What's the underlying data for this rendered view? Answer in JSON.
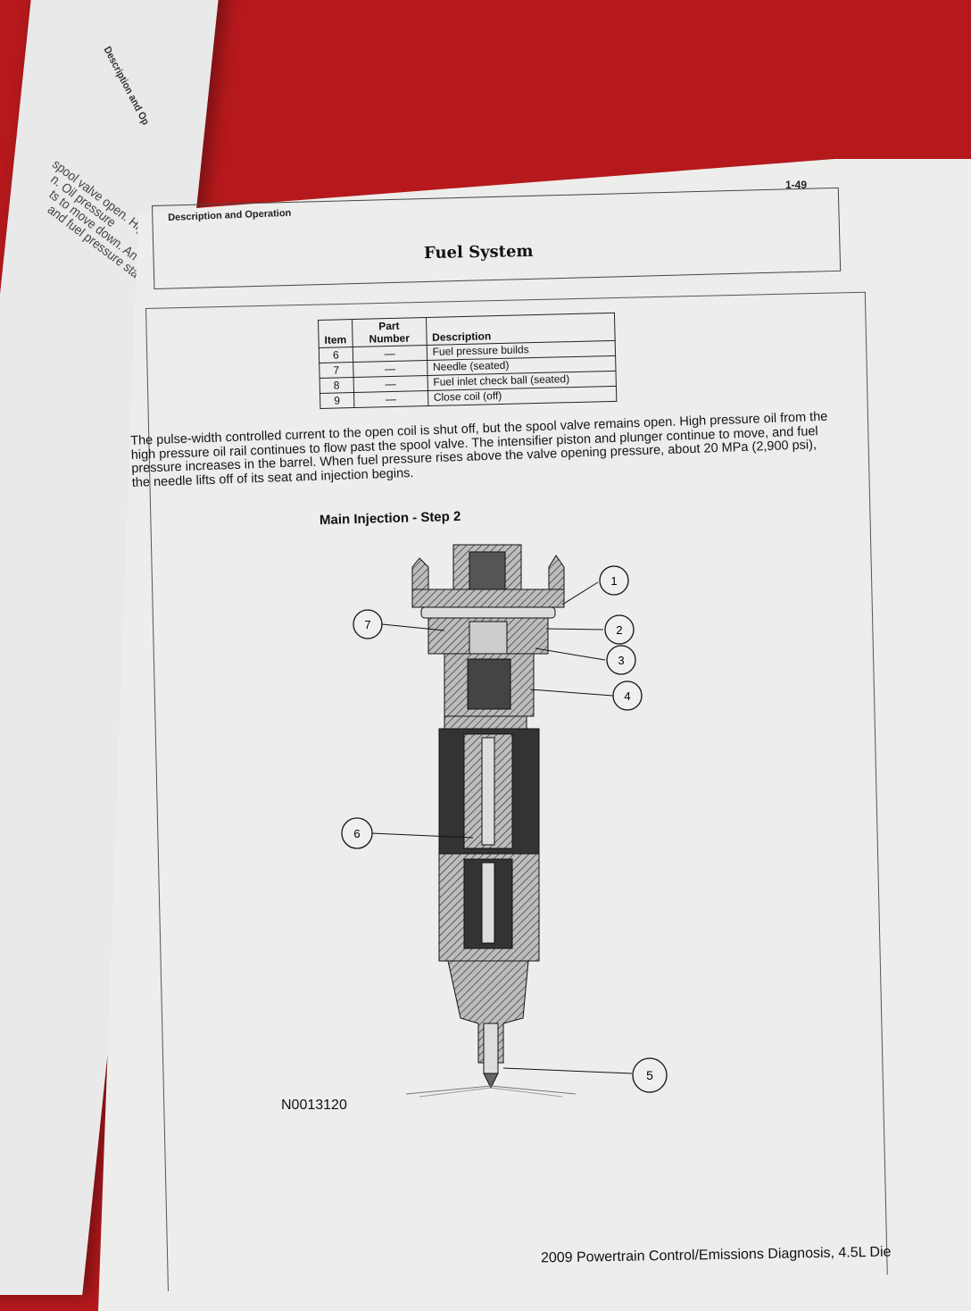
{
  "left_page": {
    "header": "Description and Op",
    "fragments": [
      "spool valve open. High",
      "n. Oil pressure",
      "ts to move down. An",
      "and fuel pressure start"
    ]
  },
  "page_number": "1-49",
  "section_label": "Description and Operation",
  "title": "Fuel System",
  "table": {
    "headers": {
      "item": "Item",
      "part_number": "Part Number",
      "description": "Description"
    },
    "rows": [
      {
        "item": "6",
        "part": "—",
        "desc": "Fuel pressure builds"
      },
      {
        "item": "7",
        "part": "—",
        "desc": "Needle (seated)"
      },
      {
        "item": "8",
        "part": "—",
        "desc": "Fuel inlet check ball (seated)"
      },
      {
        "item": "9",
        "part": "—",
        "desc": "Close coil (off)"
      }
    ]
  },
  "paragraph": "The pulse-width controlled current to the open coil is shut off, but the spool valve remains open. High pressure oil from the high pressure oil rail continues to flow past the spool valve. The intensifier piston and plunger continue to move, and fuel pressure increases in the barrel. When fuel pressure rises above the valve opening pressure, about 20 MPa (2,900 psi), the needle lifts off of its seat and injection begins.",
  "figure": {
    "title": "Main Injection - Step 2",
    "callouts": [
      "1",
      "2",
      "3",
      "4",
      "5",
      "6",
      "7"
    ],
    "id": "N0013120"
  },
  "footer": "2009 Powertrain Control/Emissions Diagnosis, 4.5L Die"
}
